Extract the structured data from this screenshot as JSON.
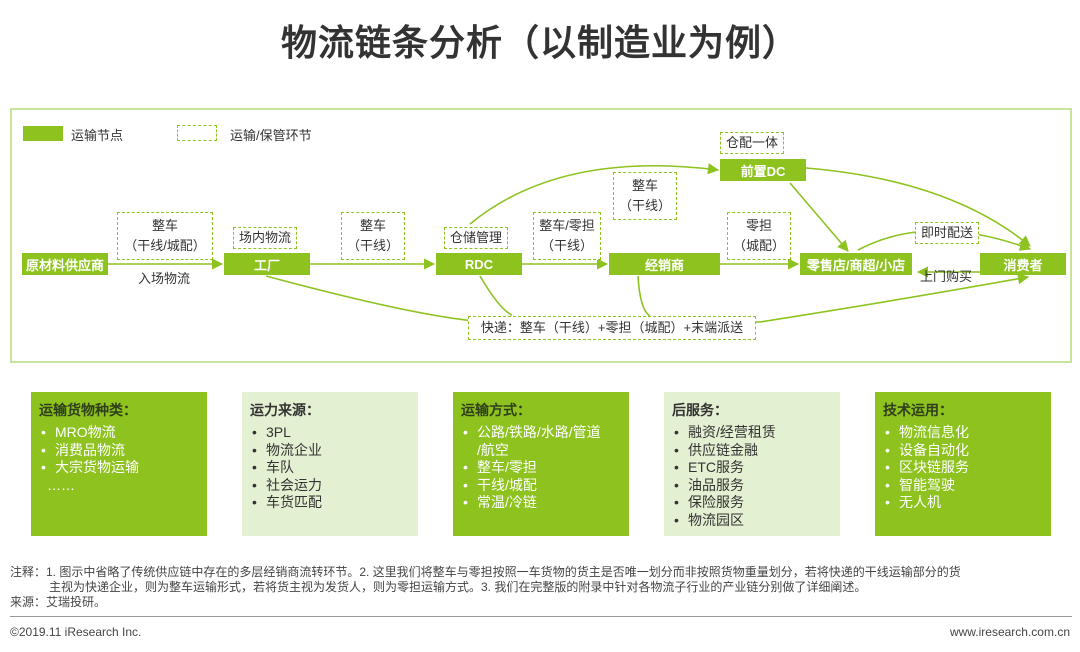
{
  "title": "物流链条分析（以制造业为例）",
  "legend": {
    "solid": "运输节点",
    "dashed": "运输/保管环节"
  },
  "nodes": {
    "supplier": "原材料供应商",
    "factory": "工厂",
    "rdc": "RDC",
    "dealer": "经销商",
    "front_dc": "前置DC",
    "retail": "零售店/商超/小店",
    "consumer": "消费者"
  },
  "links": {
    "l1_top": "整车",
    "l1_bottom": "（干线/城配）",
    "l1_below": "入场物流",
    "l2": "场内物流",
    "l3_top": "整车",
    "l3_bottom": "（干线）",
    "l4": "仓储管理",
    "l5_top": "整车/零担",
    "l5_bottom": "（干线）",
    "l6_top": "零担",
    "l6_bottom": "（城配）",
    "l7_top": "整车",
    "l7_bottom": "（干线）",
    "l8": "仓配一体",
    "l9": "即时配送",
    "l10": "上门购买",
    "express": "快递：整车（干线）+零担（城配）+末端派送"
  },
  "cards": [
    {
      "title": "运输货物种类：",
      "style": "dark",
      "items": [
        "MRO物流",
        "消费品物流",
        "大宗货物运输"
      ],
      "extra": "……"
    },
    {
      "title": "运力来源：",
      "style": "light",
      "items": [
        "3PL",
        "物流企业",
        "车队",
        "社会运力",
        "车货匹配"
      ]
    },
    {
      "title": "运输方式：",
      "style": "dark",
      "items": [
        "公路/铁路/水路/管道",
        "整车/零担",
        "干线/城配",
        "常温/冷链"
      ],
      "cont": "/航空"
    },
    {
      "title": "后服务：",
      "style": "light",
      "items": [
        "融资/经营租赁",
        "供应链金融",
        "ETC服务",
        "油品服务",
        "保险服务",
        "物流园区"
      ]
    },
    {
      "title": "技术运用：",
      "style": "dark",
      "items": [
        "物流信息化",
        "设备自动化",
        "区块链服务",
        "智能驾驶",
        "无人机"
      ]
    }
  ],
  "bullet": "•",
  "notes": {
    "line1": "注释：1. 图示中省略了传统供应链中存在的多层经销商流转环节。2. 这里我们将整车与零担按照一车货物的货主是否唯一划分而非按照货物重量划分，若将快递的干线运输部分的货",
    "line2": "主视为快递企业，则为整车运输形式，若将货主视为发货人，则为零担运输方式。3. 我们在完整版的附录中针对各物流子行业的产业链分别做了详细阐述。",
    "source": "来源：艾瑞投研。"
  },
  "footer": {
    "copyright": "©2019.11 iResearch Inc.",
    "site": "www.iresearch.com.cn"
  },
  "colors": {
    "accent": "#8dc21f",
    "light_fill": "#e4f0d2",
    "frame": "#c8e39a"
  }
}
